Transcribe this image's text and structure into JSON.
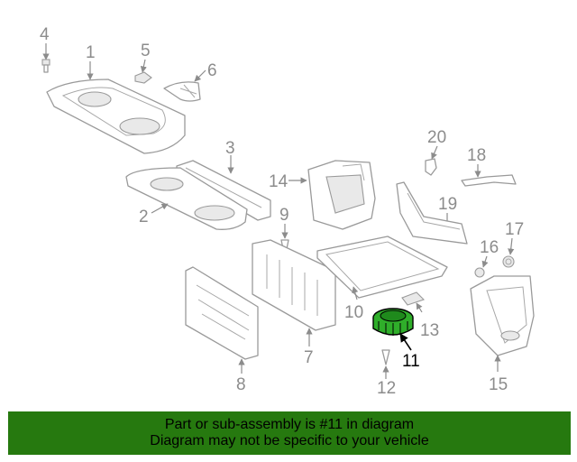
{
  "diagram": {
    "highlighted_part": "11",
    "highlight_color": "#2fae2a",
    "callouts": [
      "1",
      "2",
      "3",
      "4",
      "5",
      "6",
      "7",
      "8",
      "9",
      "10",
      "11",
      "12",
      "13",
      "14",
      "15",
      "16",
      "17",
      "18",
      "19",
      "20"
    ]
  },
  "banner": {
    "line1": "Part or sub-assembly is #11 in diagram",
    "line2": "Diagram may not be specific to your vehicle",
    "background": "#26790f"
  }
}
